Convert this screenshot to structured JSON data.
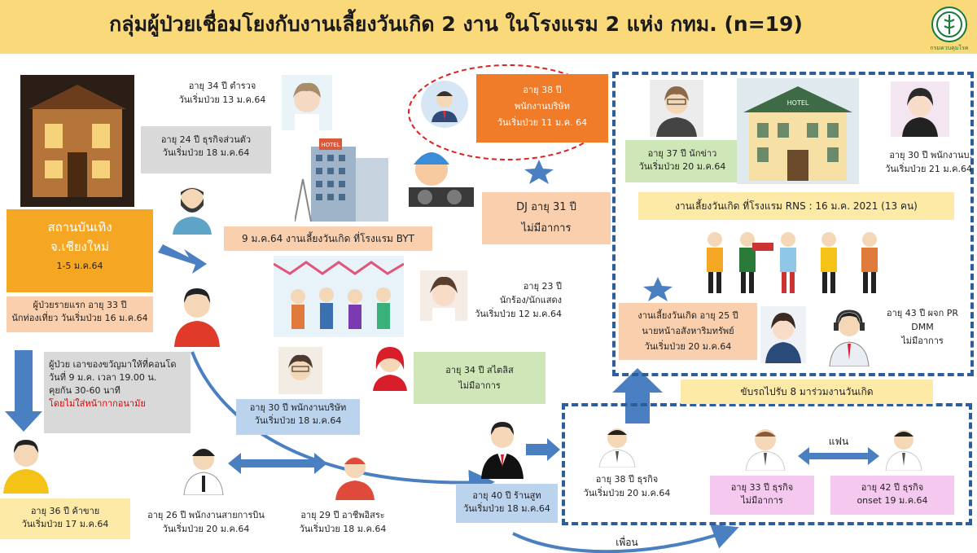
{
  "header": {
    "title": "กลุ่มผู้ป่วยเชื่อมโยงกับงานเลี้ยงวันเกิด 2 งาน ในโรงแรม 2 แห่ง กทม. (n=19)",
    "logo_text": "กรมควบคุมโรค"
  },
  "venue": {
    "line1": "สถานบันเทิง",
    "line2": "จ.เชียงใหม่",
    "line3": "1-5 ม.ค.64"
  },
  "first_patient": {
    "line1": "ผู้ป่วยรายแรก อายุ 33 ปี",
    "line2": "นักท่องเที่ยว วันเริ่มป่วย 16 ม.ค.64"
  },
  "condo_note": {
    "line1": "ผู้ป่วย เอาของขวัญมาให้ที่คอนโด",
    "line2": "วันที่ 9 ม.ค. เวลา 19.00 น.",
    "line3": "คุยกัน 30-60 นาที",
    "line4": "โดยไม่ใส่หน้ากากอนามัย"
  },
  "police": {
    "line1": "อายุ 34 ปี ตำรวจ",
    "line2": "วันเริ่มป่วย 13 ม.ค.64"
  },
  "business24": {
    "line1": "อายุ 24 ปี ธุรกิจส่วนตัว",
    "line2": "วันเริ่มป่วย 18 ม.ค.64"
  },
  "byt_party": {
    "label": "9 ม.ค.64 งานเลี้ยงวันเกิด ที่โรงแรม BYT"
  },
  "employee38": {
    "line1": "อายุ 38 ปี",
    "line2": "พนักงานบริษัท",
    "line3": "วันเริ่มป่วย 11 ม.ค. 64"
  },
  "dj": {
    "line1": "DJ อายุ 31 ปี",
    "line2": "ไม่มีอาการ"
  },
  "singer": {
    "line1": "อายุ 23 ปี",
    "line2": "นักร้อง/นักแสดง",
    "line3": "วันเริ่มป่วย 12 ม.ค.64"
  },
  "stylist": {
    "line1": "อายุ 34 ปี สไตลิส",
    "line2": "ไม่มีอาการ"
  },
  "employee30": {
    "line1": "อายุ 30 ปี พนักงานบริษัท",
    "line2": "วันเริ่มป่วย 18 ม.ค.64"
  },
  "trader36": {
    "line1": "อายุ 36 ปี ค้าขาย",
    "line2": "วันเริ่มป่วย 17 ม.ค.64"
  },
  "airline26": {
    "line1": "อายุ 26 ปี พนักงานสายการบิน",
    "line2": "วันเริ่มป่วย 20 ม.ค.64"
  },
  "freelance29": {
    "line1": "อายุ 29 ปี อาชีพอิสระ",
    "line2": "วันเริ่มป่วย 18 ม.ค.64"
  },
  "shop40": {
    "line1": "อายุ 40 ปี ร้านสูท",
    "line2": "วันเริ่มป่วย 18 ม.ค.64"
  },
  "business38": {
    "line1": "อายุ 38 ปี ธุรกิจ",
    "line2": "วันเริ่มป่วย 20 ม.ค.64"
  },
  "business33": {
    "line1": "อายุ 33 ปี ธุรกิจ",
    "line2": "ไม่มีอาการ"
  },
  "business42": {
    "line1": "อายุ 42 ปี ธุรกิจ",
    "line2": "onset 19 ม.ค.64"
  },
  "partner_label": "แฟน",
  "friend_label": "เพื่อน",
  "reporter": {
    "line1": "อายุ 37 ปี นักข่าว",
    "line2": "วันเริ่มป่วย 20 ม.ค.64"
  },
  "employee30b": {
    "line1": "อายุ 30 ปี พนักงานบ.",
    "line2": "วันเริ่มป่วย 21 ม.ค.64"
  },
  "rns_party": {
    "label": "งานเลี้ยงวันเกิด ที่โรงแรม RNS  : 16 ม.ค. 2021 (13 คน)"
  },
  "birthday25": {
    "line1": "งานเลี้ยงวันเกิด อายุ 25 ปี",
    "line2": "นายหน้าอสังหาริมทรัพย์",
    "line3": "วันเริ่มป่วย 20 ม.ค.64"
  },
  "pr43": {
    "line1": "อายุ 43 ปี ผจก PR",
    "line2": "DMM",
    "line3": "ไม่มีอาการ"
  },
  "drive_note": {
    "label": "ขับรถไปรับ 8 มาร่วมงานวันเกิด"
  },
  "hotel_sign": "HOTEL",
  "colors": {
    "header": "#fad97a",
    "dash_blue": "#2e5e9a",
    "arrow_blue": "#4a7fc1",
    "red_circle": "#e02020"
  }
}
